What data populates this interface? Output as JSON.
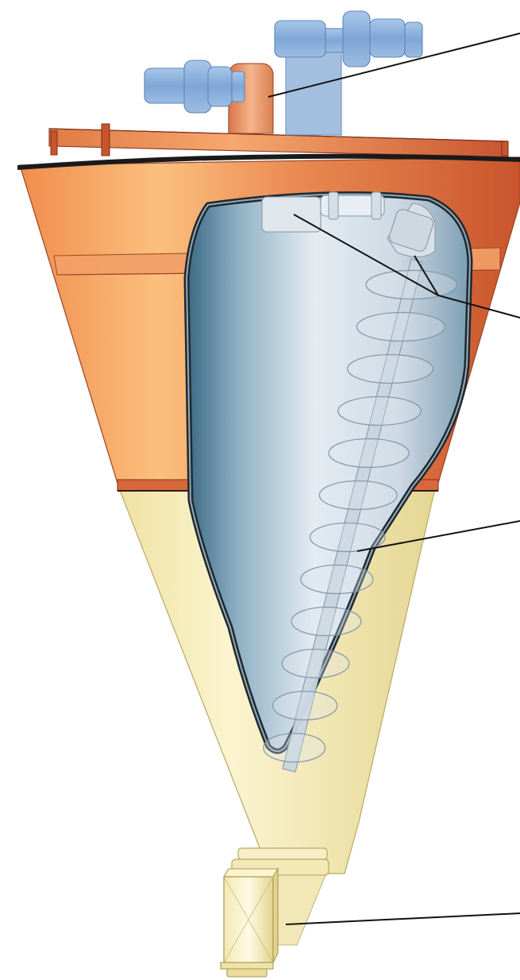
{
  "figure": {
    "colors": {
      "upper_cone": "#e9844f",
      "upper_cone_light": "#f7b57a",
      "upper_cone_dark": "#c9562e",
      "lower_cone": "#f3e9b6",
      "lower_cone_dark": "#d9cb86",
      "interior_light": "#e3ebf2",
      "interior_dark": "#3f6a85",
      "drive_blue": "#8fb3dd",
      "drive_blue_dark": "#5f86b8",
      "bracket": "#e99a6a",
      "leader": "#111111"
    },
    "callouts": [
      {
        "id": "drive",
        "icon": "drive-motor-icon"
      },
      {
        "id": "arm",
        "icon": "rotating-arm-icon"
      },
      {
        "id": "screw",
        "icon": "screw-auger-icon"
      },
      {
        "id": "outlet",
        "icon": "discharge-valve-icon"
      }
    ]
  }
}
